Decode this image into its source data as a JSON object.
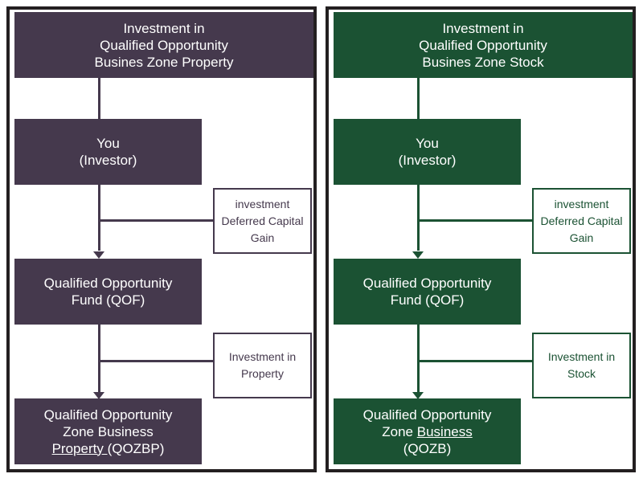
{
  "colors": {
    "left_accent": "#45394d",
    "right_accent": "#1b5233",
    "frame": "#231f20"
  },
  "left": {
    "header": [
      "Investment in",
      "Qualified Opportunity",
      "Busines Zone Property"
    ],
    "investor": [
      "You",
      "(Investor)"
    ],
    "gain": [
      "investment",
      "Deferred Capital",
      "Gain"
    ],
    "fund": [
      "Qualified Opportunity",
      "Fund (QOF)"
    ],
    "investment": [
      "Investment in",
      "Property"
    ],
    "zone": {
      "line1": "Qualified Opportunity",
      "line2": "Zone Business",
      "line3_underlined": "Property ",
      "line3_rest": "(QOZBP)"
    }
  },
  "right": {
    "header": [
      "Investment in",
      "Qualified Opportunity",
      "Busines Zone Stock"
    ],
    "investor": [
      "You",
      "(Investor)"
    ],
    "gain": [
      "investment",
      "Deferred Capital",
      "Gain"
    ],
    "fund": [
      "Qualified Opportunity",
      "Fund (QOF)"
    ],
    "investment": [
      "Investment in",
      "Stock"
    ],
    "zone": {
      "line1": "Qualified Opportunity",
      "line2_plain": "Zone ",
      "line2_underlined": "Business",
      "line3": "(QOZB)"
    }
  }
}
